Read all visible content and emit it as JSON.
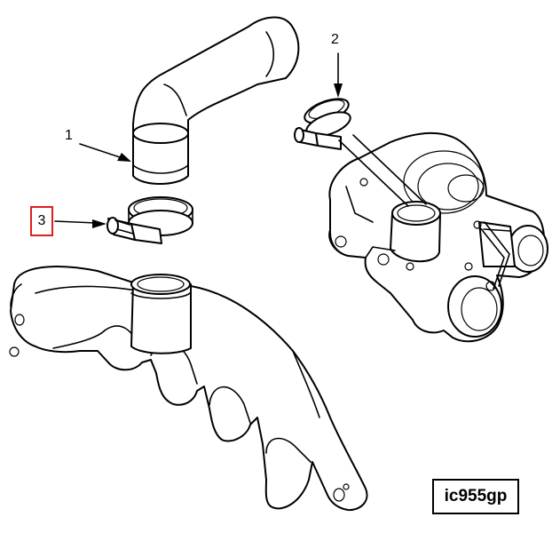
{
  "diagram": {
    "callouts": {
      "hose": "1",
      "clamp_upper": "2",
      "clamp_lower": "3"
    },
    "figure_id": "ic955gp",
    "highlight_color": "#e01e1e"
  }
}
